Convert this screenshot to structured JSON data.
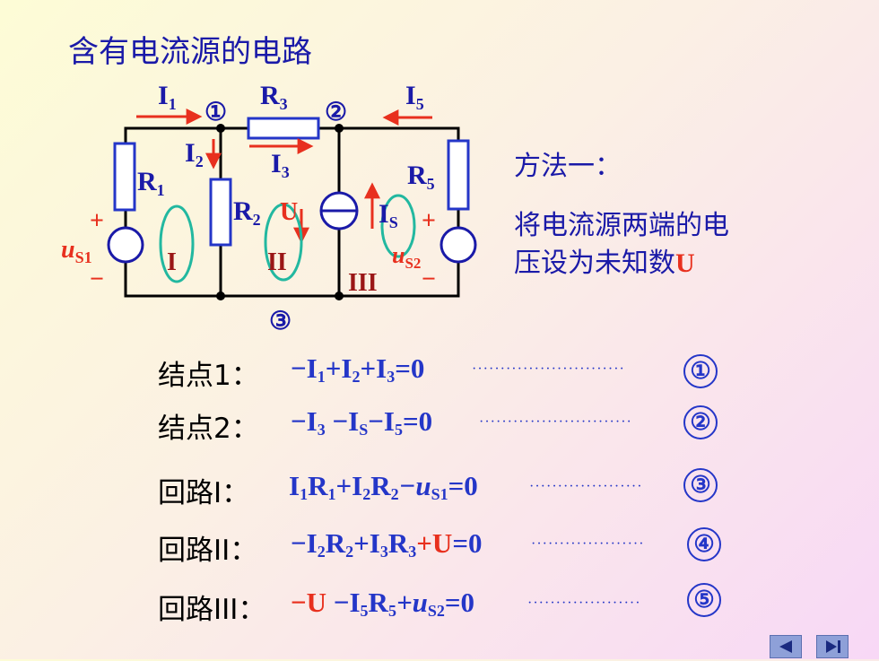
{
  "title": "含有电流源的电路",
  "colors": {
    "blue": "#1a1aa8",
    "red": "#e8301e",
    "green": "#22b8a0",
    "wire": "#000000"
  },
  "circuit": {
    "currents": {
      "I1": "I",
      "I1_sub": "1",
      "I2": "I",
      "I2_sub": "2",
      "I3": "I",
      "I3_sub": "3",
      "I5": "I",
      "I5_sub": "5",
      "Is": "I",
      "Is_sub": "S"
    },
    "resistors": {
      "R1": "R",
      "R1_sub": "1",
      "R2": "R",
      "R2_sub": "2",
      "R3": "R",
      "R3_sub": "3",
      "R5": "R",
      "R5_sub": "5"
    },
    "sources": {
      "uS1": "u",
      "uS1_sub": "S1",
      "uS2": "u",
      "uS2_sub": "S2",
      "plus": "+",
      "minus": "−"
    },
    "voltage_U": "U",
    "nodes": [
      "①",
      "②",
      "③"
    ],
    "loops": [
      "I",
      "II",
      "III"
    ]
  },
  "method": {
    "heading": "方法一：",
    "line1": "将电流源两端的电",
    "line2": "压设为未知数",
    "var": "U"
  },
  "equations": [
    {
      "label": "结点1：",
      "num": "①"
    },
    {
      "label": "结点2：",
      "num": "②"
    },
    {
      "label": "回路I：",
      "num": "③"
    },
    {
      "label": "回路II：",
      "num": "④"
    },
    {
      "label": "回路III：",
      "num": "⑤"
    }
  ],
  "eq_text": {
    "e1": {
      "a": "−I",
      "b": "+I",
      "c": "+I",
      "d": "=0",
      "s1": "1",
      "s2": "2",
      "s3": "3"
    },
    "e2": {
      "a": "−I",
      "b": " −I",
      "c": "−I",
      "d": "=0",
      "s1": "3",
      "s2": "S",
      "s3": "5"
    },
    "e3": {
      "a": "I",
      "a1": "R",
      "b": "+I",
      "b1": "R",
      "c": "−u",
      "d": "=0",
      "s1": "1",
      "s2": "1",
      "s3": "2",
      "s4": "2",
      "s5": "S1"
    },
    "e4": {
      "a": "−I",
      "a1": "R",
      "b": "+I",
      "b1": "R",
      "u": "+U",
      "d": "=0",
      "s1": "2",
      "s2": "2",
      "s3": "3",
      "s4": "3"
    },
    "e5": {
      "u": "−U",
      "a": " −I",
      "a1": "R",
      "b": "+u",
      "d": "=0",
      "s1": "5",
      "s2": "5",
      "s3": "S2"
    }
  },
  "nav": {
    "prev": "◀",
    "end": "▶|"
  }
}
